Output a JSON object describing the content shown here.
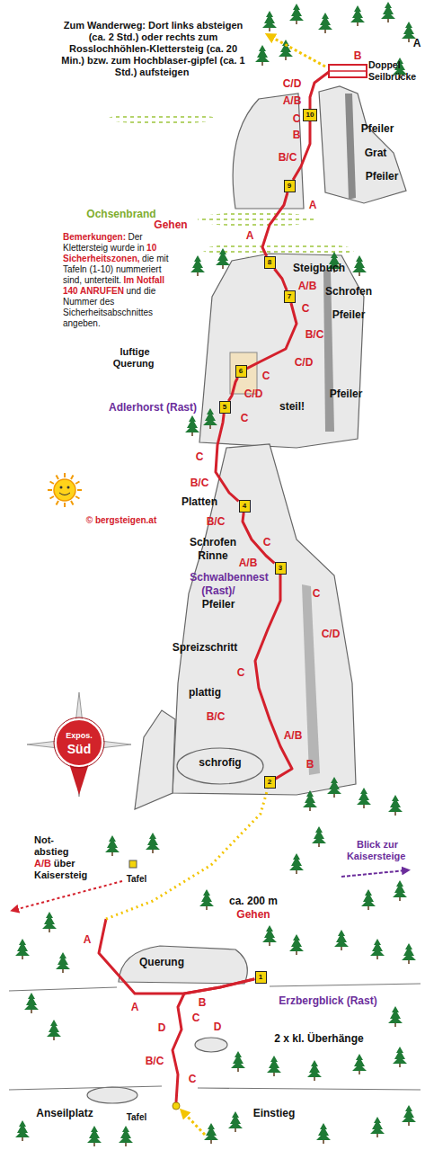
{
  "diagram": {
    "nodes": [
      {
        "text": [
          "10"
        ]
      },
      {
        "text": [
          "9"
        ]
      },
      {
        "text": [
          "8"
        ]
      },
      {
        "text": [
          "7"
        ]
      },
      {
        "text": [
          "6"
        ]
      },
      {
        "text": [
          "5"
        ]
      },
      {
        "text": [
          "4"
        ]
      },
      {
        "text": [
          "3"
        ]
      },
      {
        "text": [
          "2"
        ]
      },
      {
        "text": [
          "1"
        ]
      }
    ],
    "edges": [
      {
        "from": 9,
        "to": 8,
        "arrow": "none"
      },
      {
        "from": 8,
        "to": 7,
        "arrow": "none"
      },
      {
        "from": 7,
        "to": 6,
        "arrow": "none"
      },
      {
        "from": 6,
        "to": 5,
        "arrow": "none"
      },
      {
        "from": 5,
        "to": 4,
        "arrow": "none"
      },
      {
        "from": 4,
        "to": 3,
        "arrow": "none"
      },
      {
        "from": 3,
        "to": 2,
        "arrow": "none"
      },
      {
        "from": 2,
        "to": 1,
        "arrow": "none"
      },
      {
        "from": 1,
        "to": 0,
        "arrow": "none"
      }
    ],
    "labels": [
      "Zum Wanderweg: Dort links absteigen (ca. 2 Std.) oder rechts zum Rosslochhöhlen-Klettersteig (ca. 20 Min.) bzw. zum Hochblaser-gipfel (ca. 1 Std.) aufsteigen",
      "A",
      "B",
      "Doppel Seilbrücke",
      "C/D",
      "A/B",
      "C",
      "Pfeiler",
      "B",
      "Grat",
      "B/C",
      "Pfeiler",
      "A",
      "Ochsenbrand",
      "Gehen",
      "A",
      "Bemerkungen:",
      "Der Klettersteig wurde in",
      "10 Sicherheitszonen,",
      "die mit Tafeln (1-10) nummeriert sind, unterteilt.",
      "Im Notfall 140 ANRUFEN",
      "und die Nummer des Sicherheitsabschnittes angeben.",
      "Steigbuch",
      "A/B",
      "Schrofen",
      "C",
      "Pfeiler",
      "B/C",
      "C/D",
      "luftige Querung",
      "C",
      "Pfeiler",
      "C/D",
      "Adlerhorst (Rast)",
      "C",
      "steil!",
      "© bergsteigen.at",
      "C",
      "B/C",
      "Platten",
      "B/C",
      "Schrofen",
      "C",
      "Rinne",
      "A/B",
      "Schwalbennest",
      "(Rast)/",
      "Pfeiler",
      "C",
      "C/D",
      "Spreizschritt",
      "C",
      "plattig",
      "B/C",
      "A/B",
      "schrofig",
      "B",
      "Expos.",
      "Süd",
      "Not- abstieg",
      "A/B",
      "über Kaisersteig",
      "Tafel",
      "Blick zur Kaisersteige",
      "ca. 200 m",
      "Gehen",
      "A",
      "Querung",
      "A",
      "B",
      "Erzbergblick (Rast)",
      "D",
      "C",
      "D",
      "2 x kl. Überhänge",
      "B/C",
      "C",
      "Anseilplatz",
      "Tafel",
      "Einstieg"
    ]
  }
}
